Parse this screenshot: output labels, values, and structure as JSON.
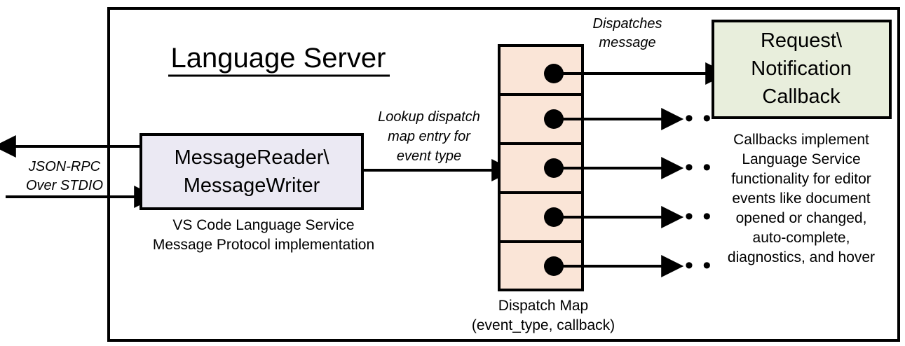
{
  "diagram": {
    "title": "Language Server",
    "outer_frame": {
      "name": "language-server-boundary"
    },
    "io_label": {
      "lines": [
        "JSON-RPC",
        "Over STDIO"
      ],
      "style": "italic"
    },
    "reader_box": {
      "lines": [
        "MessageReader\\",
        "MessageWriter"
      ],
      "fill": "#ebe9f3",
      "caption": [
        "VS Code Language Service",
        "Message Protocol implementation"
      ]
    },
    "lookup_label": {
      "lines": [
        "Lookup dispatch",
        "map entry for",
        "event type"
      ],
      "style": "italic"
    },
    "dispatch_map": {
      "fill": "#fae5d7",
      "row_count": 5,
      "caption": [
        "Dispatch Map",
        "(event_type, callback)"
      ],
      "rows": [
        {
          "index": 1,
          "target": "callback-box"
        },
        {
          "index": 2,
          "target": "ellipsis"
        },
        {
          "index": 3,
          "target": "ellipsis"
        },
        {
          "index": 4,
          "target": "ellipsis"
        },
        {
          "index": 5,
          "target": "ellipsis"
        }
      ]
    },
    "dispatch_label": {
      "lines": [
        "Dispatches",
        "message"
      ],
      "style": "italic"
    },
    "callback_box": {
      "lines": [
        "Request\\",
        "Notification",
        "Callback"
      ],
      "fill": "#e8eedc"
    },
    "callback_note": [
      "Callbacks implement",
      "Language Service",
      "functionality for editor",
      "events like document",
      "opened or changed,",
      "auto-complete,",
      "diagnostics, and hover"
    ],
    "ellipsis_glyph": "• • •",
    "colors": {
      "stroke": "#000000",
      "background": "#ffffff",
      "reader_fill": "#ebe9f3",
      "map_fill": "#fae5d7",
      "callback_fill": "#e8eedc"
    }
  }
}
